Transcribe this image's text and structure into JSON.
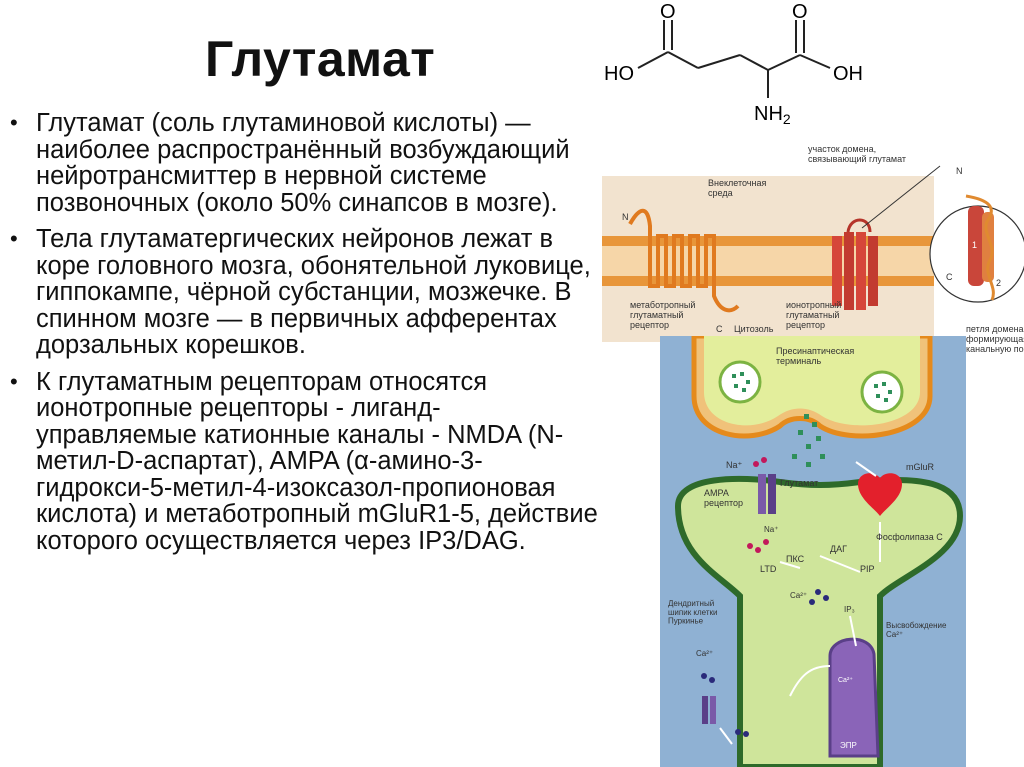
{
  "slide": {
    "title": "Глутамат",
    "bullets": [
      {
        "marker": "•",
        "text": "Глутамат (соль глутаминовой кислоты) — наиболее распространённый возбуждающий нейротрансмиттер в нервной системе позвоночных (около 50% синапсов в мозге)."
      },
      {
        "marker": "•",
        "text": "Тела глутаматергических нейронов лежат в коре головного мозга, обонятельной луковице, гиппокампе, чёрной субстанции, мозжечке. В спинном мозге — в первичных афферентах дорзальных корешков."
      },
      {
        "marker": "•",
        "text": "К глутаматным рецепторам относятся ионотропные рецепторы - лиганд-управляемые катионные каналы - NMDA (N-метил-D-аспартат), AMPA (α-амино-3-гидрокси-5-метил-4-изоксазол-пропионовая кислота) и метаботропный mGluR1-5, действие которого осуществляется через IP3/DAG."
      }
    ]
  },
  "molecule": {
    "o_left": "O",
    "o_right": "O",
    "ho": "HO",
    "oh": "OH",
    "nh2": "NH",
    "nh2_sub": "2"
  },
  "receptors_figure": {
    "extracellular": "Внеклеточная\nсреда",
    "binding_site": "участок домена,\nсвязывающий глутамат",
    "n_left": "N",
    "n_right": "N",
    "metabotropic": "метаботропный\nглутаматный\nрецептор",
    "c_left": "C",
    "cytosol": "Цитозоль",
    "ionotropic": "ионотропный\nглутаматный\nрецептор",
    "c_right": "C",
    "loop": "петля домена,\nформирующая\nканальную пору",
    "num1": "1",
    "num2": "2"
  },
  "synapse_figure": {
    "presynaptic": "Пресинаптическая\nтерминаль",
    "na_top": "Na⁺",
    "glutamate": "Глутамат",
    "mglur": "mGluR",
    "ampa": "AMPA\nрецептор",
    "na_mid": "Na⁺",
    "phospholipase": "Фосфолипаза С",
    "pkc": "ПКС",
    "dag": "ДАГ",
    "ltd": "LTD",
    "pip": "PIP",
    "dendritic": "Дендритный\nшипик клетки\nПуркинье",
    "ca_mid": "Ca²⁺",
    "ip3": "IP₃",
    "release": "Высвобождение\nCa²⁺",
    "ca_low": "Ca²⁺",
    "ca_er": "Ca²⁺",
    "er": "ЭПР"
  },
  "colors": {
    "membrane_orange": "#e8963a",
    "receptor_red": "#d6463a",
    "cytoplasm_green": "#d3e79b",
    "spine_green": "#b8d77a",
    "vesicle_green": "#2f8f5a",
    "er_purple": "#8a64b8",
    "panel_blue": "#8fb1d3"
  }
}
